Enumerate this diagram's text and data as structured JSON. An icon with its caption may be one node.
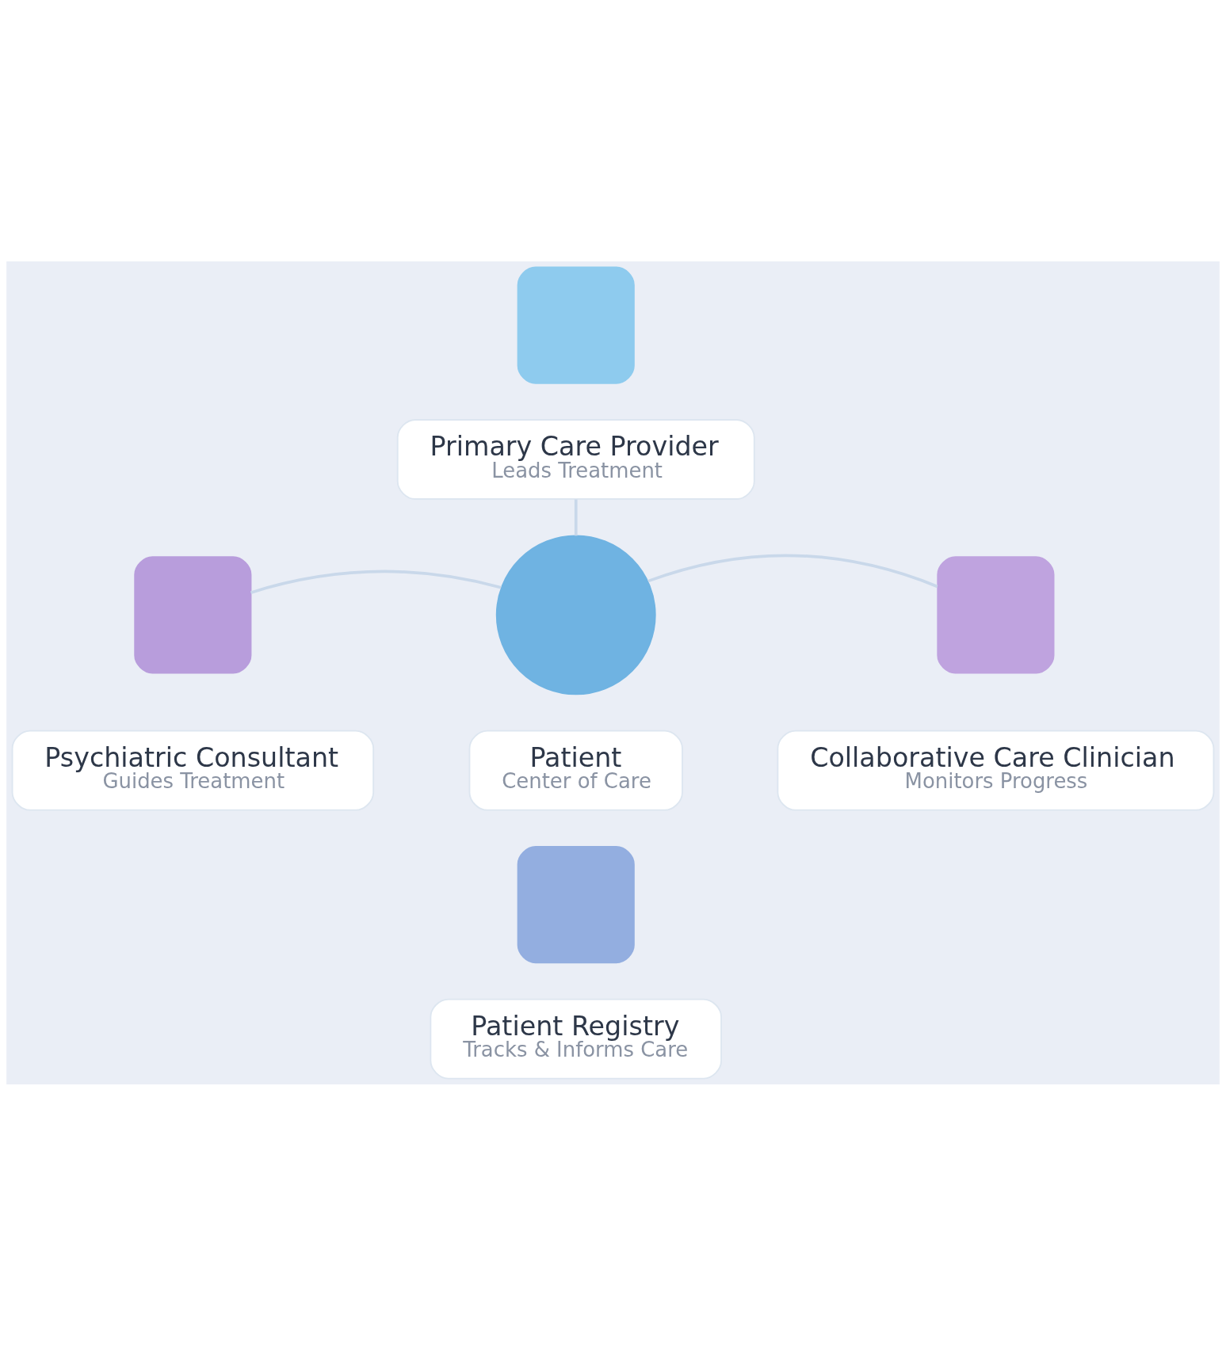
{
  "diagram": {
    "nodes": [
      {
        "text": [],
        "shape": "box"
      },
      {
        "text": [
          "Primary Care Provider",
          "Leads Treatment"
        ]
      },
      {
        "text": [],
        "shape": "circle"
      },
      {
        "text": [
          "Patient",
          "Center of Care"
        ]
      },
      {
        "text": [],
        "shape": "box"
      },
      {
        "text": [
          "Psychiatric Consultant",
          "Guides Treatment"
        ]
      },
      {
        "text": [],
        "shape": "box"
      },
      {
        "text": [
          "Collaborative Care Clinician",
          "Monitors Progress"
        ]
      },
      {
        "text": [],
        "shape": "box"
      },
      {
        "text": [
          "Patient Registry",
          "Tracks & Informs Care"
        ]
      }
    ],
    "edges": [
      {
        "from": 1,
        "to": 2,
        "arrow": "none"
      },
      {
        "from": 4,
        "to": 2,
        "arrow": "none"
      },
      {
        "from": 2,
        "to": 6,
        "arrow": "none"
      }
    ]
  }
}
